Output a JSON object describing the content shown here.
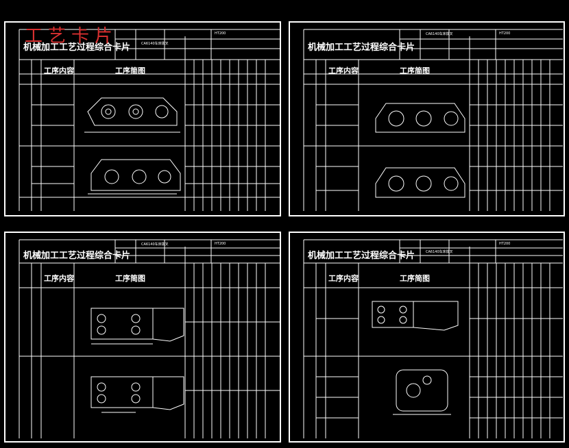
{
  "stamp": "工艺卡片",
  "sheets": [
    {
      "title": "机械加工工艺过程综合卡片",
      "content_header": "工序内容",
      "drawing_header": "工序简图"
    },
    {
      "title": "机械加工工艺过程综合卡片",
      "content_header": "工序内容",
      "drawing_header": "工序简图"
    },
    {
      "title": "机械加工工艺过程综合卡片",
      "content_header": "工序内容",
      "drawing_header": "工序简图"
    },
    {
      "title": "机械加工工艺过程综合卡片",
      "content_header": "工序内容",
      "drawing_header": "工序简图"
    }
  ],
  "header_cells": {
    "product": "CA6140车床拨叉",
    "material": "HT200"
  },
  "colors": {
    "background": "#000000",
    "lines": "#ffffff",
    "stamp": "#d83030"
  }
}
